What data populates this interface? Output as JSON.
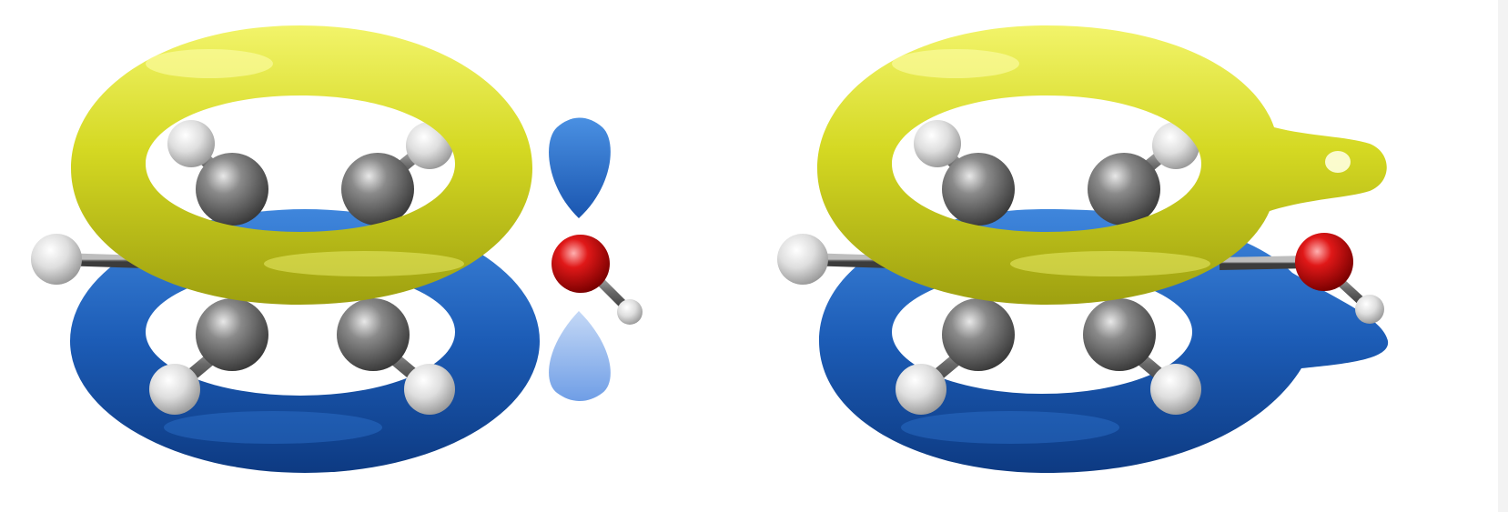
{
  "figure": {
    "panels": [
      {
        "id": "left",
        "oxygen_p_orbital": "isolated",
        "ring_isosurface": "separate"
      },
      {
        "id": "right",
        "oxygen_p_orbital": "delocalized",
        "ring_isosurface": "merged-with-oxygen"
      }
    ],
    "colors": {
      "upper_lobe": "#d8dc2c",
      "lower_lobe": "#1e5fb8",
      "p_orbital_light": "#8fb6ee",
      "carbon": "#7a7a7a",
      "hydrogen": "#e6e6e6",
      "oxygen": "#e01818",
      "background": "#ffffff"
    },
    "atoms": {
      "ring_carbons": 6,
      "ring_hydrogens": 5,
      "oxygen": 1,
      "hydroxyl_hydrogen": 1
    }
  }
}
